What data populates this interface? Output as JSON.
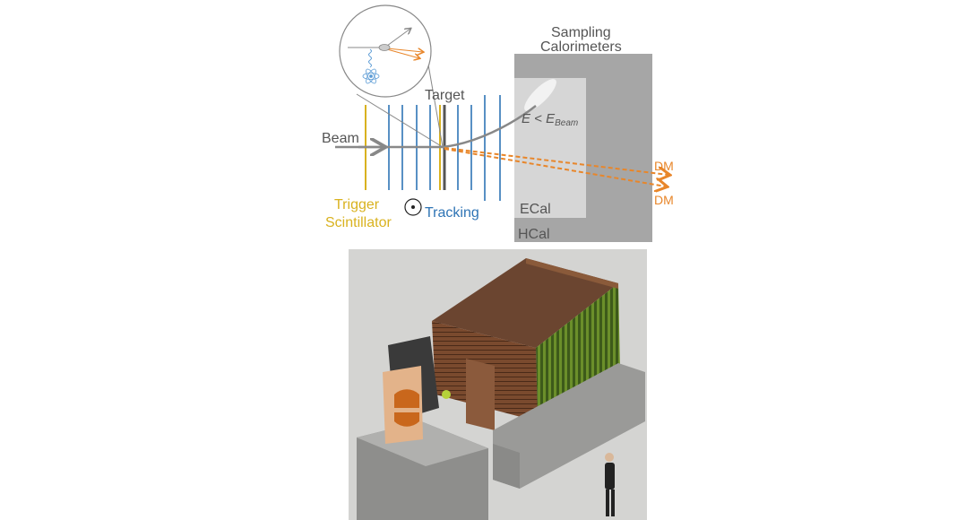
{
  "schematic": {
    "sampling_line1": "Sampling",
    "sampling_line2": "Calorimeters",
    "target": "Target",
    "beam": "Beam",
    "energy_E": "E < E",
    "energy_sub": "Beam",
    "dm1": "DM",
    "dm2": "DM",
    "trigger_line1": "Trigger",
    "trigger_line2": "Scintillator",
    "tracking": "Tracking",
    "ecal": "ECal",
    "hcal": "HCal"
  },
  "colors": {
    "trigger": "#d9b21f",
    "tracking": "#2e74b5",
    "dm": "#e8862a",
    "hcal": "#a6a6a6",
    "ecal": "#d6d6d6",
    "text": "#555555"
  }
}
